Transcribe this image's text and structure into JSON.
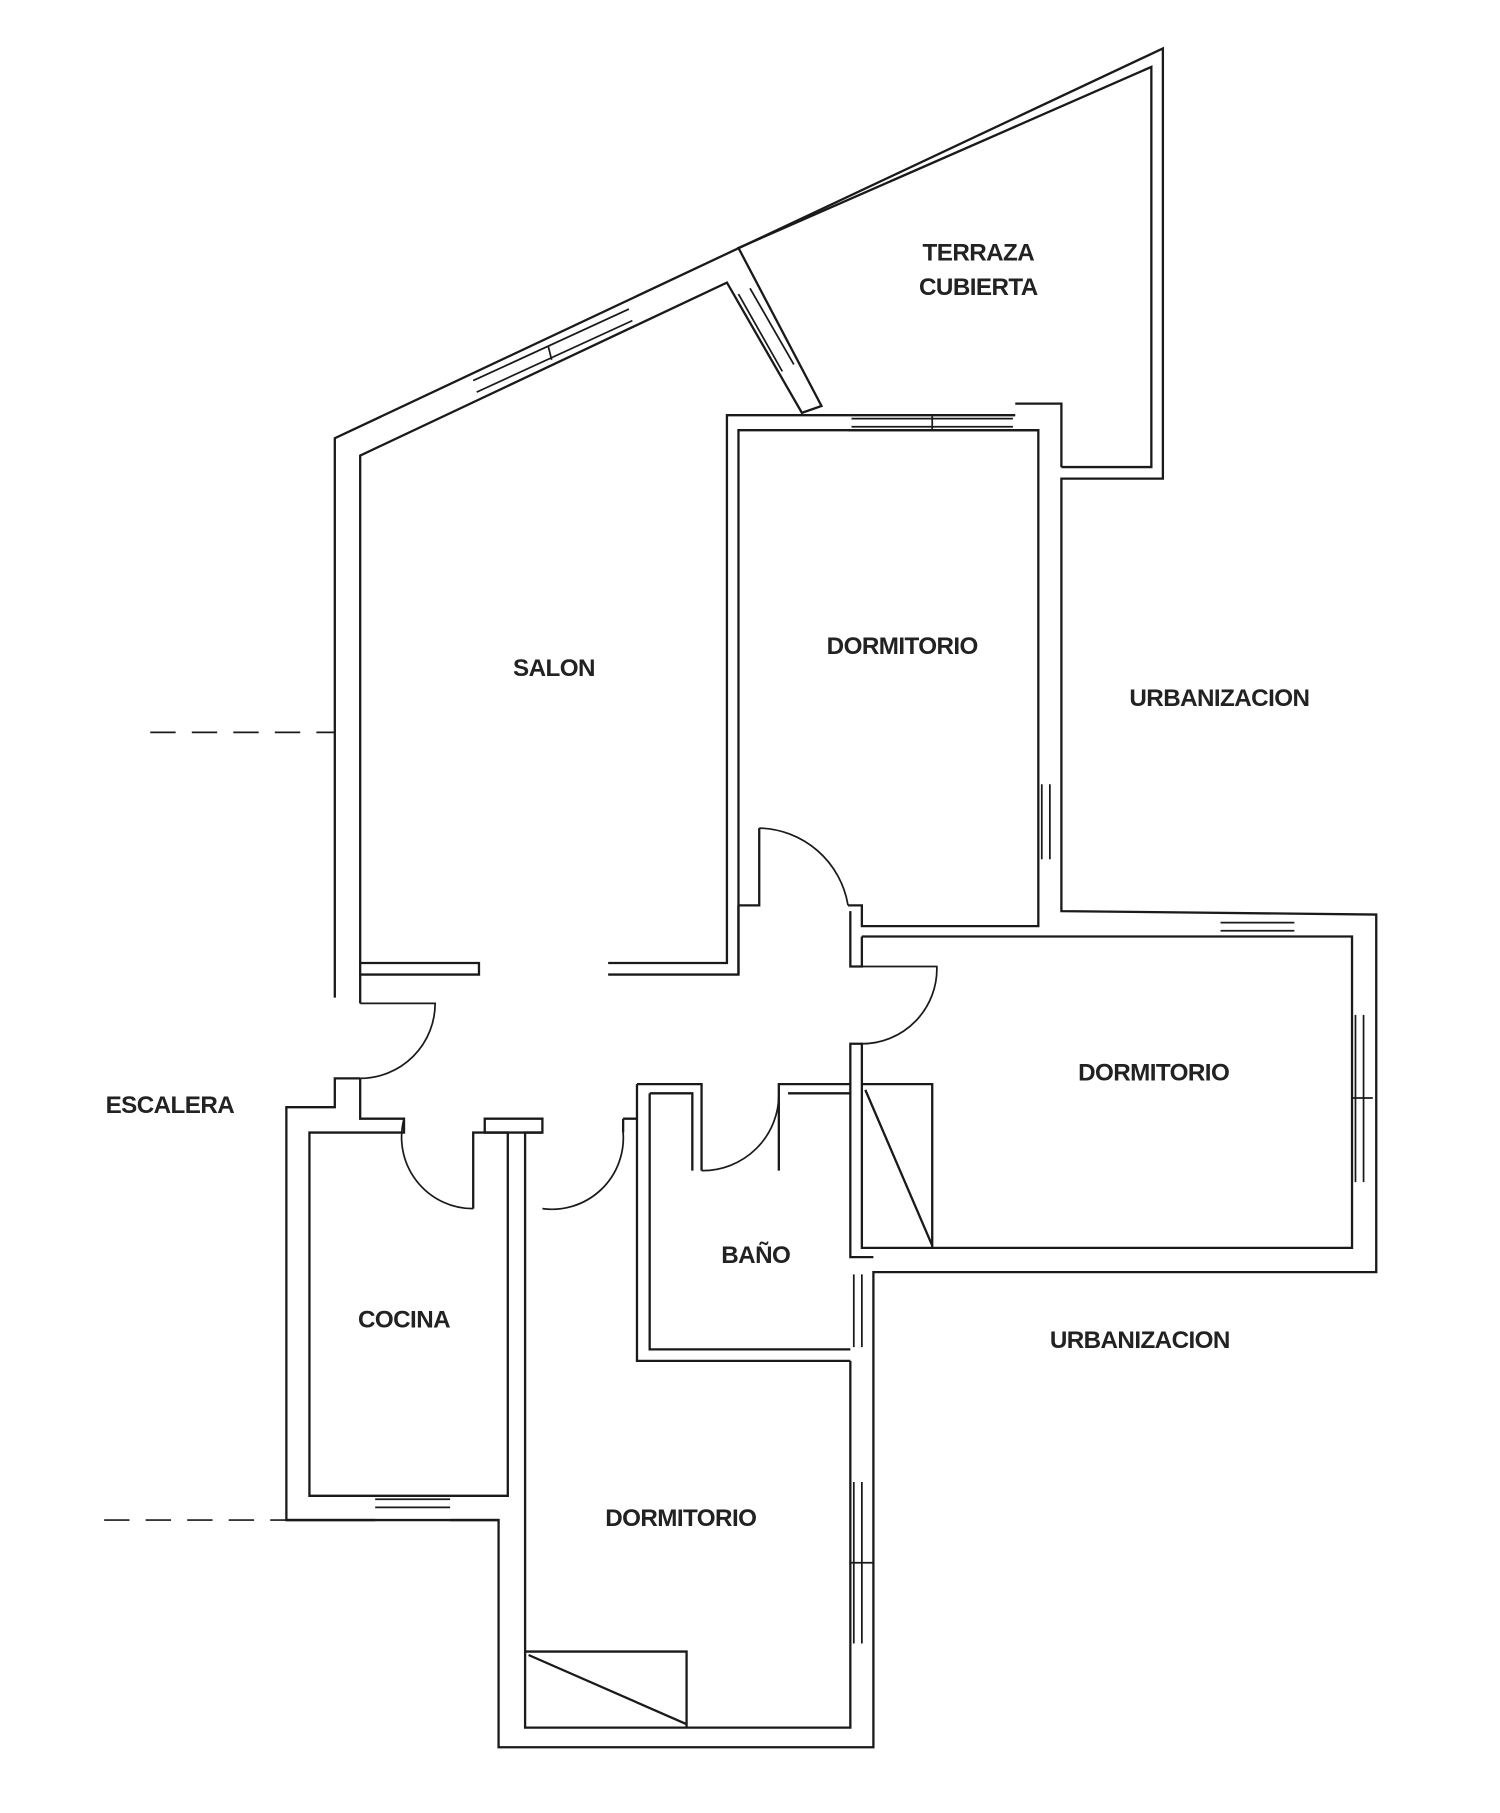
{
  "rooms": {
    "terraza_line1": "TERRAZA",
    "terraza_line2": "CUBIERTA",
    "salon": "SALON",
    "dormitorio_1": "DORMITORIO",
    "dormitorio_2": "DORMITORIO",
    "dormitorio_3": "DORMITORIO",
    "bano": "BAÑO",
    "cocina": "COCINA",
    "escalera": "ESCALERA",
    "urbanizacion_1": "URBANIZACION",
    "urbanizacion_2": "URBANIZACION"
  }
}
